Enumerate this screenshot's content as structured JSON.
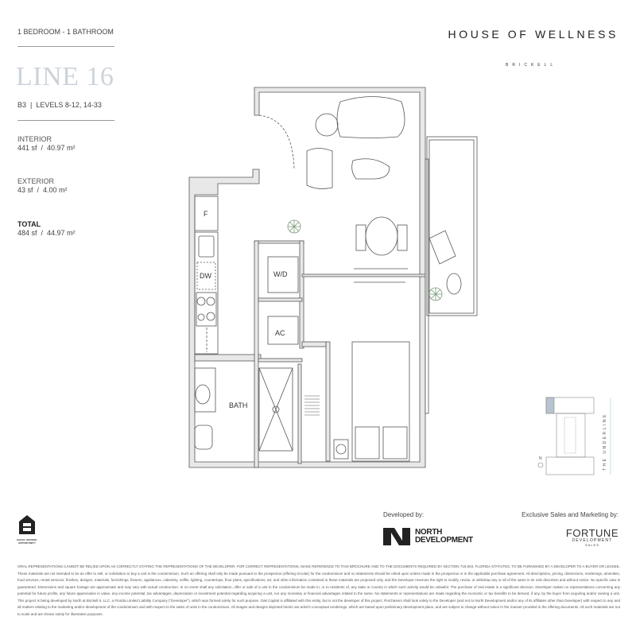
{
  "unit": {
    "type": "1 BEDROOM - 1 BATHROOM",
    "line": "LINE 16",
    "levels": "B3  |  LEVELS 8-12, 14-33",
    "interior_label": "INTERIOR",
    "interior_value": "441 sf  /  40.97 m²",
    "exterior_label": "EXTERIOR",
    "exterior_value": "43 sf  /  4.00 m²",
    "total_label": "TOTAL",
    "total_value": "484 sf  /  44.97 m²"
  },
  "brand": {
    "name": "HOUSE OF WELLNESS",
    "location": "BRICKELL"
  },
  "plan": {
    "rooms": {
      "fridge": "F",
      "dishwasher": "DW",
      "washer_dryer": "W/D",
      "ac": "AC",
      "bath": "BATH"
    },
    "keyplan": {
      "street": "THE UNDERLINE",
      "north": "N",
      "highlight_color": "#b7c3cf"
    },
    "plant_color": "#7a9a7a"
  },
  "footer": {
    "equal_housing": "EQUAL HOUSING OPPORTUNITY",
    "developed_by": "Developed by:",
    "developer_line1": "NORTH",
    "developer_line2": "DEVELOPMENT",
    "sales_by": "Exclusive Sales and Marketing by:",
    "sales_line1": "FORTUNE",
    "sales_line2": "DEVELOPMENT",
    "sales_line3": "SALES",
    "legal": "ORAL REPRESENTATIONS CANNOT BE RELIED UPON AS CORRECTLY STATING THE REPRESENTATIONS OF THE DEVELOPER. FOR CORRECT REPRESENTATIONS, MAKE REFERENCE TO THIS BROCHURE AND TO THE DOCUMENTS REQUIRED BY SECTION 718.503, FLORIDA STATUTES, TO BE FURNISHED BY A DEVELOPER TO A BUYER OR LESSEE. These materials are not intended to be an offer to sell, or solicitation to buy a unit in the condominium. Such an offering shall only be made pursuant to the prospectus (offering circular) for the condominium and no statements should be relied upon unless made in the prospectus or in the applicable purchase agreement. All descriptions, pricing, dimensions, renderings, amenities, food services, rental services, finishes, designs, materials, furnishings, fixtures, appliances, cabinetry, soffits, lighting, countertops, floor plans, specifications, art, and other information contained in these materials are proposed only, and the Developer reserves the right to modify, revise, or withdraw any or all of the same in its sole discretion and without notice. No specific view is guaranteed. Dimensions and square footage are approximate and may vary with actual construction. In no event shall any solicitation, offer or sale of a unit in the condominium be made in, or to residents of, any state or country in which such activity would be unlawful. The purchase of real estate is a significant decision. Developer makes no representations concerning any potential for future profits, any future appreciation in value, any income potential, tax advantages, depreciation or investment potential regarding acquiring a unit, nor any monetary or financial advantages related to the same. No statements or representations are made regarding the economic or tax benefits to be derived, if any, by the buyer from acquiring and/or owning a unit. This project is being developed by North at Brickell II, LLC, a Florida Limited Liability Company (\"Developer\"), which was formed solely for such purpose. Oak Capital is affiliated with this entity, but is not the developer of this project. Purchasers shall look solely to the Developer (and not to North Development and/or any of its affiliates other than Developer) with respect to any and all matters relating to the marketing and/or development of the condominium and with respect to the sales of units in the condominium. All images and designs depicted herein are artist's conceptual renderings, which are based upon preliminary development plans, and are subject to change without notice in the manner provided in the offering documents. All such materials are not to scale and are shown solely for illustrative purposes."
  }
}
